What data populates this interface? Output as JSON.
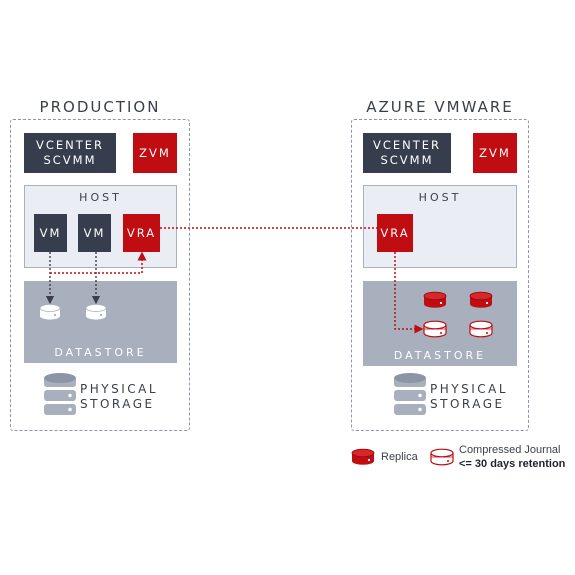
{
  "production": {
    "title": "PRODUCTION",
    "vcenter_line1": "VCENTER",
    "vcenter_line2": "SCVMM",
    "zvm": "ZVM",
    "host": "HOST",
    "vm1": "VM",
    "vm2": "VM",
    "vra": "VRA",
    "datastore": "DATASTORE",
    "physical_line1": "PHYSICAL",
    "physical_line2": "STORAGE"
  },
  "azure": {
    "title": "AZURE VMWARE",
    "vcenter_line1": "VCENTER",
    "vcenter_line2": "SCVMM",
    "zvm": "ZVM",
    "host": "HOST",
    "vra": "VRA",
    "datastore": "DATASTORE",
    "physical_line1": "PHYSICAL",
    "physical_line2": "STORAGE"
  },
  "legend": {
    "replica": "Replica",
    "journal_line1": "Compressed Journal",
    "journal_line2": "<= 30 days retention"
  },
  "colors": {
    "dark": "#363d4d",
    "red": "#c00d11",
    "host_bg": "#eaedf3",
    "datastore_bg": "#a8b0be"
  }
}
